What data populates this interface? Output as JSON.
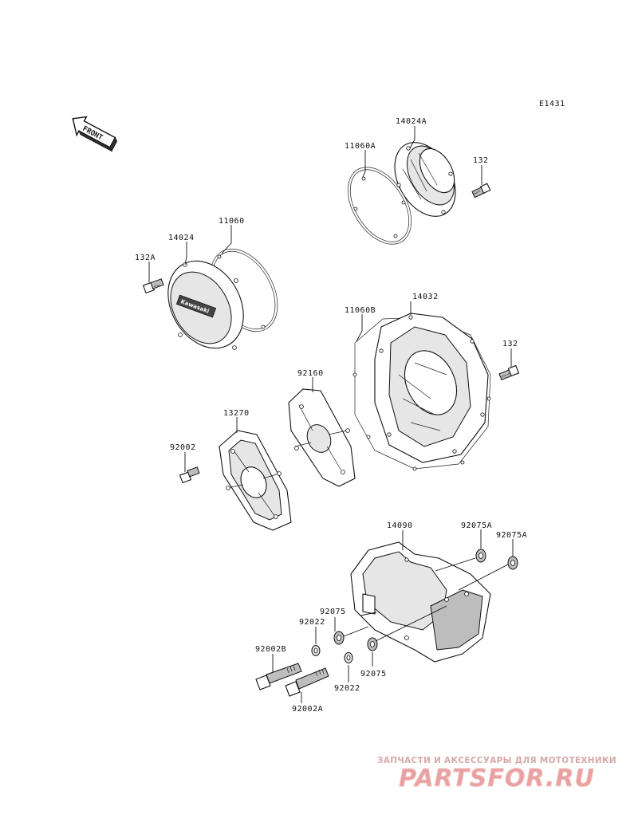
{
  "diagram": {
    "code": "E1431",
    "front_label": "FRONT",
    "parts": [
      {
        "id": "14024A",
        "label": "14024A"
      },
      {
        "id": "11060A",
        "label": "11060A"
      },
      {
        "id": "132_top",
        "label": "132"
      },
      {
        "id": "11060",
        "label": "11060"
      },
      {
        "id": "14024",
        "label": "14024"
      },
      {
        "id": "132A",
        "label": "132A"
      },
      {
        "id": "11060B",
        "label": "11060B"
      },
      {
        "id": "14032",
        "label": "14032"
      },
      {
        "id": "132_mid",
        "label": "132"
      },
      {
        "id": "92160",
        "label": "92160"
      },
      {
        "id": "13270",
        "label": "13270"
      },
      {
        "id": "92002",
        "label": "92002"
      },
      {
        "id": "14090",
        "label": "14090"
      },
      {
        "id": "92075A_1",
        "label": "92075A"
      },
      {
        "id": "92075A_2",
        "label": "92075A"
      },
      {
        "id": "92075_1",
        "label": "92075"
      },
      {
        "id": "92022_1",
        "label": "92022"
      },
      {
        "id": "92002B",
        "label": "92002B"
      },
      {
        "id": "92022_2",
        "label": "92022"
      },
      {
        "id": "92075_2",
        "label": "92075"
      },
      {
        "id": "92002A",
        "label": "92002A"
      }
    ],
    "cover_brand": "Kawasaki"
  },
  "watermark": {
    "caption": "ЗАПЧАСТИ И АКСЕССУАРЫ ДЛЯ МОТОТЕХНИКИ",
    "logo": "PARTSFOR.RU"
  }
}
